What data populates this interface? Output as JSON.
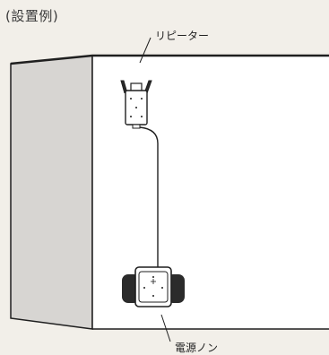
{
  "title": "(設置例)",
  "labels": {
    "repeater": "リピーター",
    "plug": "電源ノン"
  },
  "colors": {
    "background": "#f2efe9",
    "wall_front": "#ffffff",
    "wall_side": "#d7d5d2",
    "outline": "#1f1f1f"
  }
}
